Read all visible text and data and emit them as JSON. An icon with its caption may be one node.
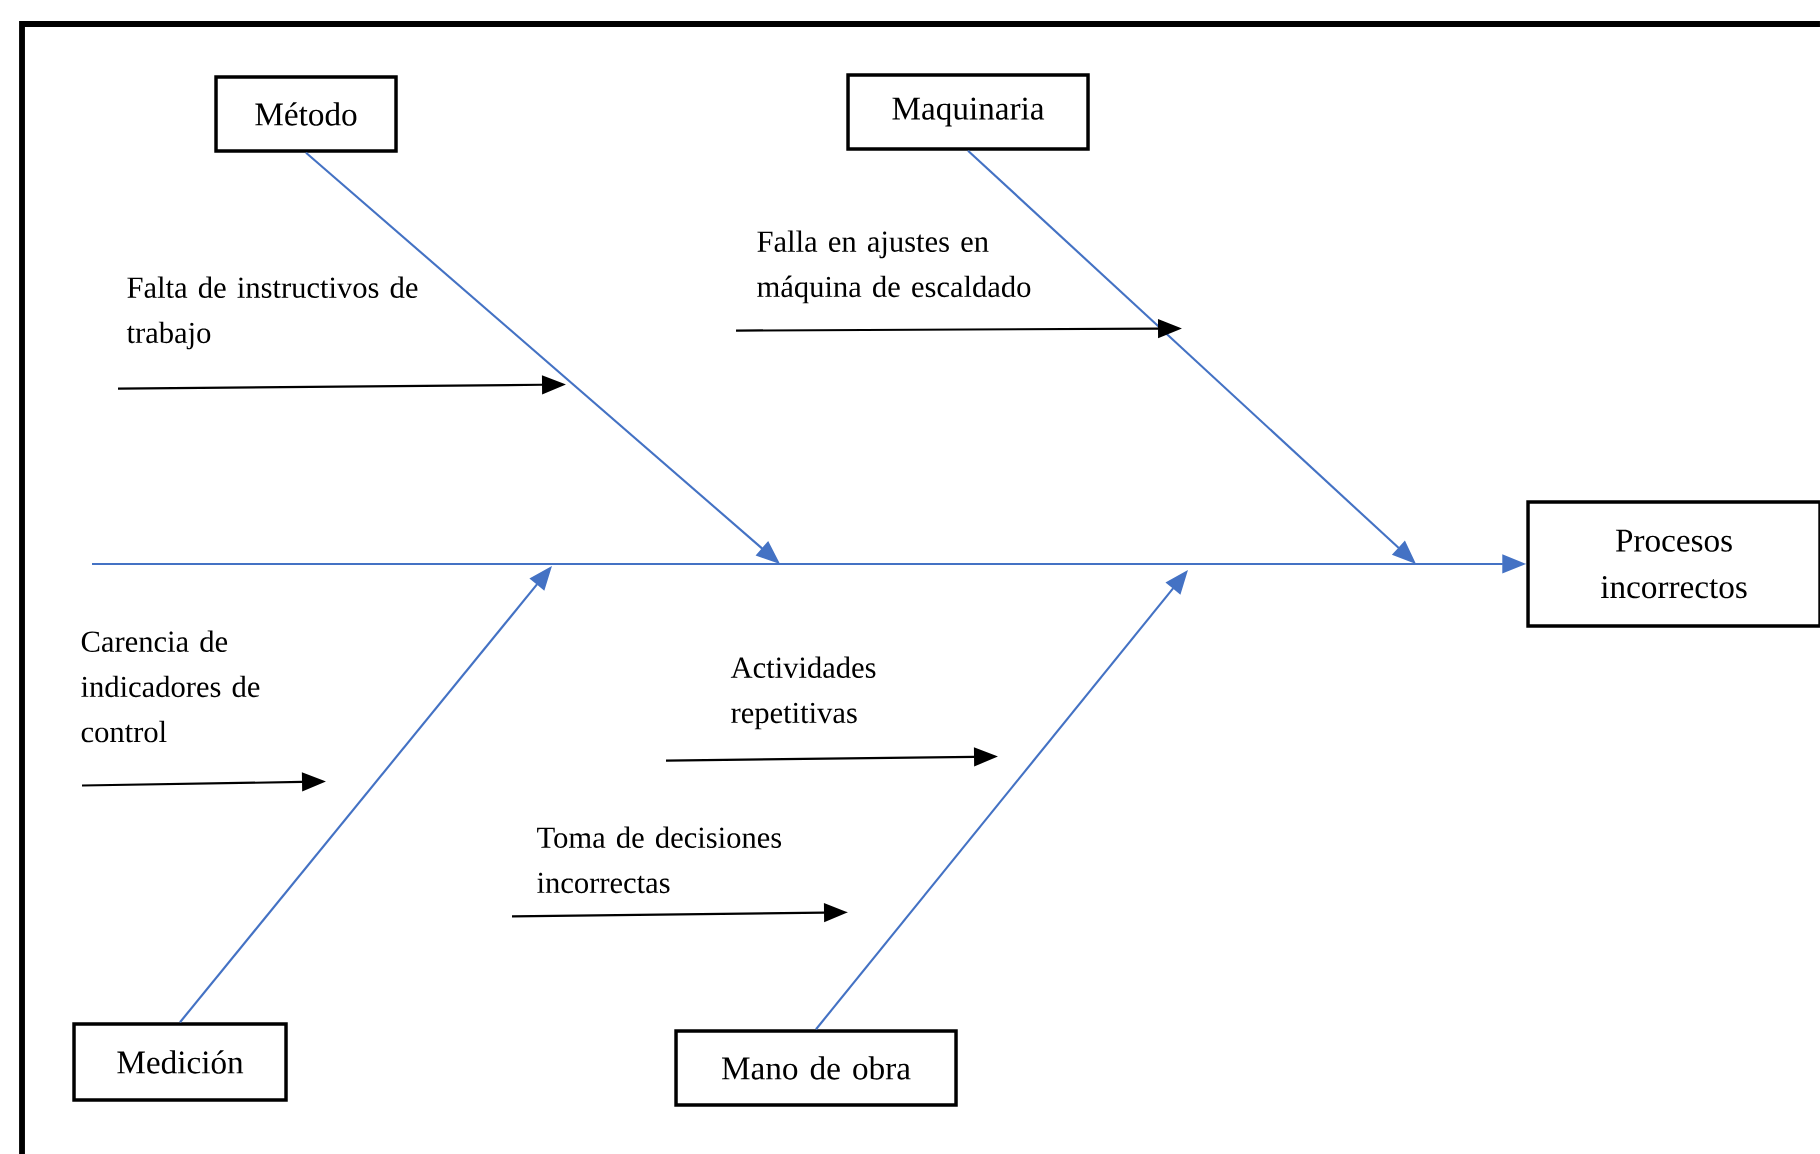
{
  "diagram": {
    "nodes": [
      {
        "text": [
          "Método"
        ]
      },
      {
        "text": [
          "Maquinaria"
        ]
      },
      {
        "text": [
          "Procesos incorrectos"
        ]
      },
      {
        "text": [
          "Medición"
        ]
      },
      {
        "text": [
          "Mano de obra"
        ]
      },
      {
        "text": [
          "Falta de instructivos de trabajo"
        ]
      },
      {
        "text": [
          "Falla en ajustes en máquina de escaldado"
        ]
      },
      {
        "text": [
          "Carencia de indicadores de control"
        ]
      },
      {
        "text": [
          "Actividades repetitivas"
        ]
      },
      {
        "text": [
          "Toma de decisiones incorrectas"
        ]
      }
    ],
    "edges": [
      {
        "from": null,
        "to": 2,
        "arrow": "to",
        "color": "#4472c4"
      },
      {
        "from": 0,
        "to": null,
        "arrow": "to",
        "color": "#4472c4"
      },
      {
        "from": 1,
        "to": null,
        "arrow": "to",
        "color": "#4472c4"
      },
      {
        "from": 3,
        "to": null,
        "arrow": "to",
        "color": "#4472c4"
      },
      {
        "from": 4,
        "to": null,
        "arrow": "to",
        "color": "#4472c4"
      },
      {
        "from": 5,
        "to": null,
        "arrow": "to",
        "color": "#000000"
      },
      {
        "from": 6,
        "to": null,
        "arrow": "to",
        "color": "#000000"
      },
      {
        "from": 7,
        "to": null,
        "arrow": "to",
        "color": "#000000"
      },
      {
        "from": 8,
        "to": null,
        "arrow": "to",
        "color": "#000000"
      },
      {
        "from": 9,
        "to": null,
        "arrow": "to",
        "color": "#000000"
      }
    ]
  }
}
